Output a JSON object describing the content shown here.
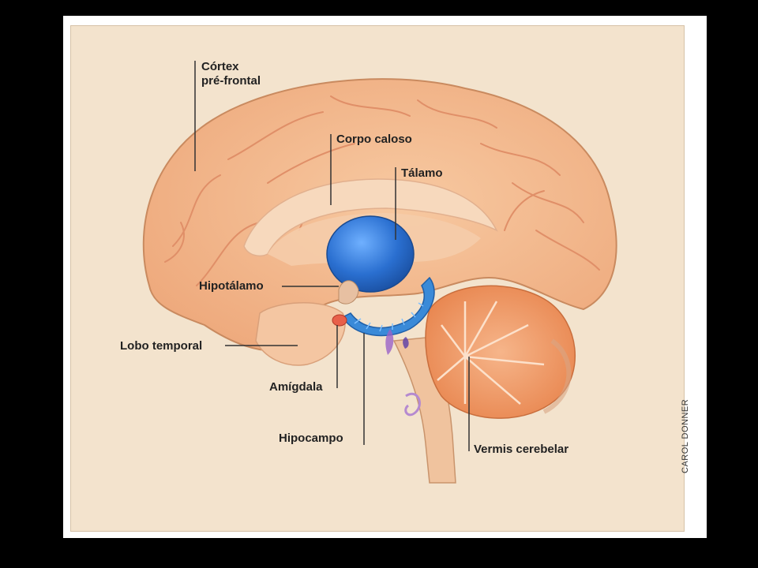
{
  "labels": {
    "cortex_line1": "Córtex",
    "cortex_line2": "pré-frontal",
    "corpo_caloso": "Corpo caloso",
    "talamo": "Tálamo",
    "hipotalamo": "Hipotálamo",
    "lobo_temporal": "Lobo temporal",
    "amigdala": "Amígdala",
    "hipocampo": "Hipocampo",
    "vermis": "Vermis cerebelar"
  },
  "credit": "CAROL DONNER",
  "colors": {
    "background": "#000000",
    "panel": "#f3e3cd",
    "brain": "#f2b98e",
    "brain_gyri": "#e59e72",
    "thalamus": "#2a6fd0",
    "hippocampus": "#3a8ad8",
    "amygdala": "#e8604a",
    "cerebellum": "#e8854e"
  }
}
